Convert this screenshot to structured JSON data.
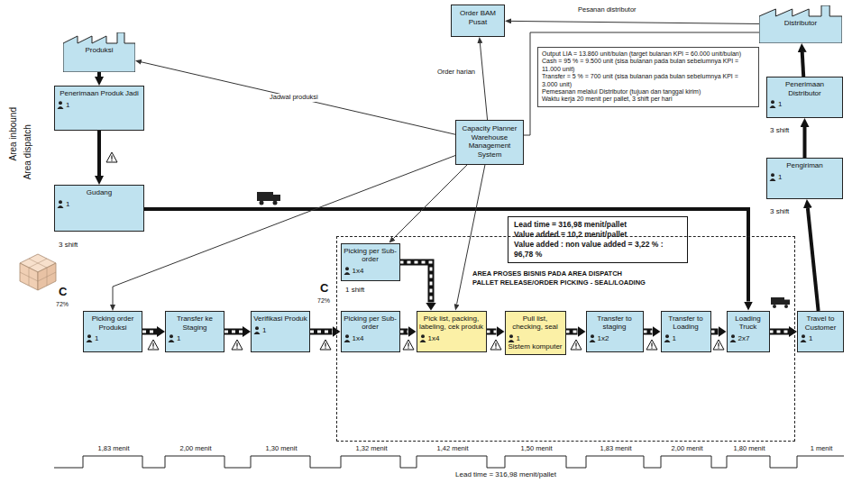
{
  "diagram": {
    "nodes": [
      {
        "text": [
          "Produksi"
        ]
      },
      {
        "text": [
          "Penerimaan Produk Jadi",
          "1"
        ]
      },
      {
        "text": [
          "Gudang",
          "1"
        ]
      },
      {
        "text": [
          "Order BAM Pusat"
        ]
      },
      {
        "text": [
          "Capacity Planner",
          "Warehouse Management System"
        ]
      },
      {
        "text": [
          "Output LIA = 13.860 unit/bulan (target bulanan KPI = 60.000 unit/bulan)",
          "Cash = 95 % = 9.500 unit (sisa bulanan pada bulan sebelumnya KPI = 11.000 unit)",
          "Transfer = 5 % = 700 unit (sisa bulanan pada bulan sebelumnya KPI = 3.000 unit)",
          "Pemesanan melalui Distributor (tujuan dan tanggal kirim)",
          "Waktu kerja 20 menit per pallet, 3 shift per hari"
        ]
      },
      {
        "text": [
          "Distributor"
        ]
      },
      {
        "text": [
          "Penerimaan Distributor",
          "1"
        ]
      },
      {
        "text": [
          "Pengiriman",
          "1"
        ]
      },
      {
        "text": [
          "Lead time = 316,98 menit/pallet",
          "Value added = 10,2 menit/pallet",
          "Value added : non value added = 3,22 % : 96,78 %"
        ]
      },
      {
        "text": [
          "AREA PROSES BISNIS PADA AREA DISPATCH",
          "PALLET RELEASE/ORDER PICKING - SEAL/LOADING"
        ]
      },
      {
        "text": [
          "Picking order Produksi",
          "1"
        ]
      },
      {
        "text": [
          "Transfer ke Staging",
          "1"
        ]
      },
      {
        "text": [
          "Verifikasi Produk",
          "1"
        ]
      },
      {
        "text": [
          "Picking per Sub-order",
          "1x4"
        ],
        "in": 10
      },
      {
        "text": [
          "Picking per Sub-order",
          "1x4"
        ],
        "in": 10
      },
      {
        "text": [
          "Pick list, packing, labeling, cek produk",
          "1x4"
        ],
        "in": 10
      },
      {
        "text": [
          "Pull list, checking, seal",
          "1",
          "Sistem komputer"
        ],
        "in": 10
      },
      {
        "text": [
          "Transfer to staging",
          "1x2"
        ],
        "in": 10
      },
      {
        "text": [
          "Transfer to Loading",
          "1"
        ],
        "in": 10
      },
      {
        "text": [
          "Loading Truck",
          "2x7"
        ],
        "in": 10
      },
      {
        "text": [
          "Travel to Customer",
          "1"
        ]
      }
    ],
    "edges": [
      {
        "from": 0,
        "to": 1,
        "arrow": "to"
      },
      {
        "from": 1,
        "to": 2,
        "arrow": "to"
      },
      {
        "from": 2,
        "to": 20,
        "arrow": "to"
      },
      {
        "from": 4,
        "to": 3,
        "label": "Order harian",
        "arrow": "to"
      },
      {
        "from": 6,
        "to": 3,
        "label": "Pesanan distributor",
        "arrow": "to"
      },
      {
        "from": 6,
        "to": 4,
        "arrow": "to"
      },
      {
        "from": 4,
        "to": 0,
        "label": "Jadwal produksi",
        "arrow": "to"
      },
      {
        "from": 4,
        "to": 11,
        "arrow": "to"
      },
      {
        "from": 4,
        "to": 14,
        "arrow": "to"
      },
      {
        "from": 4,
        "to": 16,
        "arrow": "to"
      },
      {
        "from": 11,
        "to": 12,
        "arrow": "to"
      },
      {
        "from": 12,
        "to": 13,
        "arrow": "to"
      },
      {
        "from": 13,
        "to": 15,
        "arrow": "to"
      },
      {
        "from": 14,
        "to": 16,
        "arrow": "to"
      },
      {
        "from": 15,
        "to": 16,
        "arrow": "to"
      },
      {
        "from": 16,
        "to": 17,
        "arrow": "to"
      },
      {
        "from": 17,
        "to": 18,
        "arrow": "to"
      },
      {
        "from": 18,
        "to": 19,
        "arrow": "to"
      },
      {
        "from": 19,
        "to": 20,
        "arrow": "to"
      },
      {
        "from": 20,
        "to": 21,
        "arrow": "to"
      },
      {
        "from": 21,
        "to": 8,
        "arrow": "to"
      },
      {
        "from": 8,
        "to": 7,
        "arrow": "to"
      },
      {
        "from": 7,
        "to": 6,
        "arrow": "to"
      }
    ],
    "labels": [
      "Area inbound",
      "Area dispatch",
      "3 shift",
      "1 shift",
      "3 shift",
      "3 shift",
      "C",
      "72%",
      "C",
      "72%",
      "1,83 menit",
      "2,00 menit",
      "1,30 menit",
      "1,32 menit",
      "1,42 menit",
      "1,50 menit",
      "1,83 menit",
      "2,00 menit",
      "1,80 menit",
      "1 menit",
      "Lead time = 316,98 menit/pallet"
    ]
  }
}
